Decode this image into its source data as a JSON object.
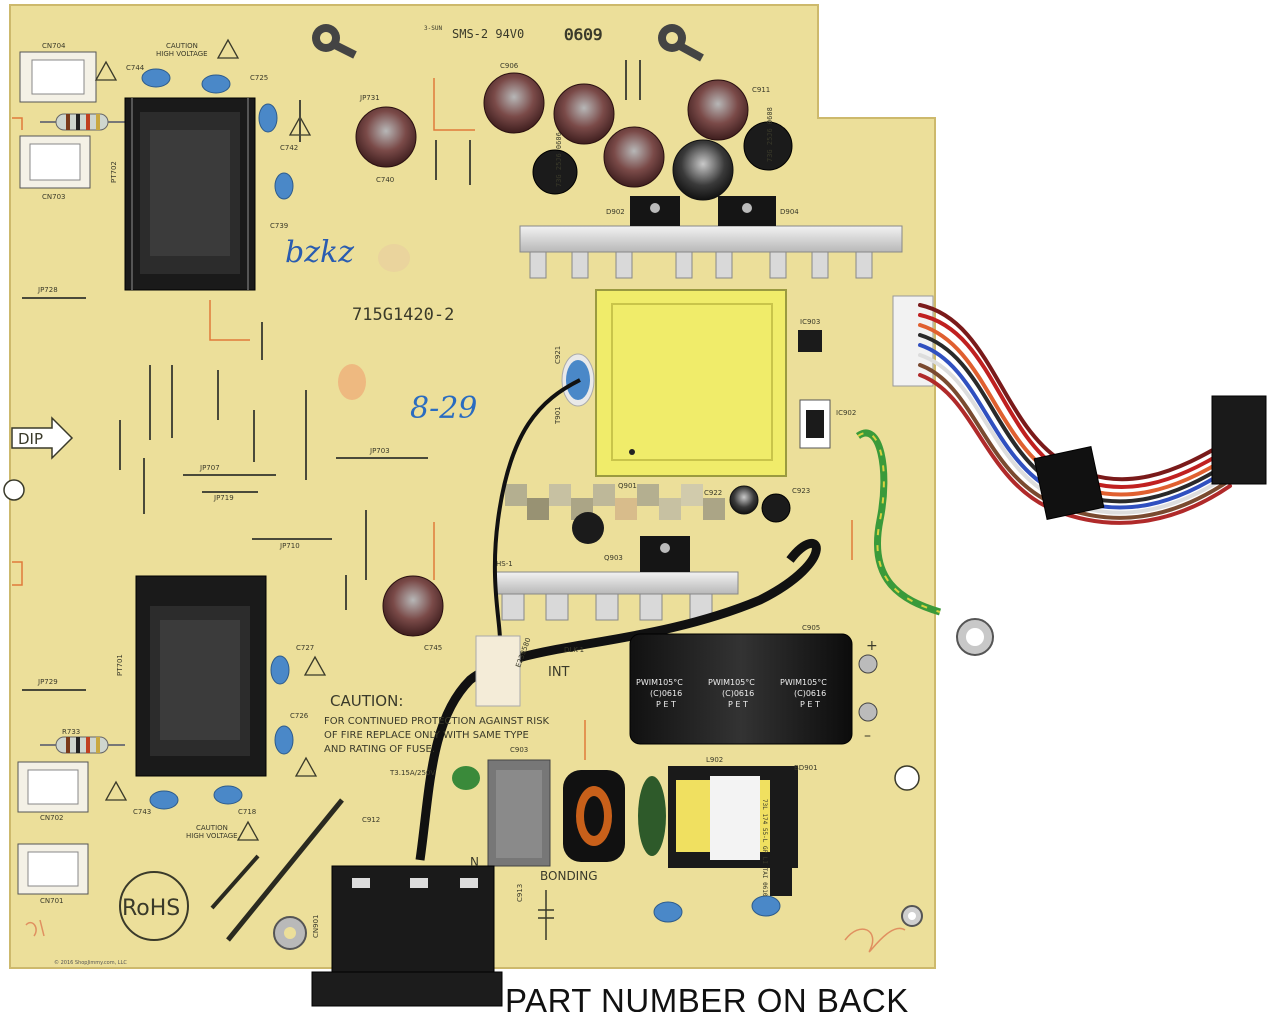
{
  "board": {
    "model_number": "715G1420-2",
    "top_marking": "SMS-2 94V0",
    "top_date": "0609",
    "maker_mark": "3-SUN",
    "rohs": "RoHS",
    "dip": "DIP",
    "handwriting_1": "bzkz",
    "handwriting_2": "8-29",
    "hs_label": "HS-1",
    "bonding": "BONDING",
    "ground_label": "N",
    "int_label": "INT",
    "safety_tag": "E239580",
    "cable_print": "DLK-1",
    "copyright": "© 2016 ShopJimmy.com, LLC"
  },
  "caution_notice": {
    "title": "CAUTION:",
    "line1": "FOR CONTINUED PROTECTION AGAINST RISK",
    "line2": "OF FIRE REPLACE ONLY WITH SAME TYPE",
    "line3": "AND RATING OF FUSE.",
    "fuse_rating": "T3.15A/250V"
  },
  "hv_warnings": [
    {
      "line1": "CAUTION",
      "line2": "HIGH VOLTAGE"
    },
    {
      "line1": "CAUTION",
      "line2": "HIGH VOLTAGE"
    }
  ],
  "connectors": {
    "cn704": "CN704",
    "cn703": "CN703",
    "cn702": "CN702",
    "cn701": "CN701",
    "cn901": "CN901"
  },
  "refdes": {
    "c744": "C744",
    "c725": "C725",
    "c742": "C742",
    "c739": "C739",
    "c740": "C740",
    "c906": "C906",
    "c911": "C911",
    "c921": "C921",
    "c922": "C922",
    "c923": "C923",
    "c905": "C905",
    "c903": "C903",
    "c912": "C912",
    "c913": "C913",
    "c743": "C743",
    "c718": "C718",
    "c727": "C727",
    "c726": "C726",
    "c745": "C745",
    "pt702": "PT702",
    "pt701": "PT701",
    "t901": "T901",
    "jp728": "JP728",
    "jp729": "JP729",
    "jp703": "JP703",
    "jp707": "JP707",
    "jp719": "JP719",
    "jp710": "JP710",
    "jp731": "JP731",
    "d902": "D902",
    "d904": "D904",
    "q901": "Q901",
    "q903": "Q903",
    "ic903": "IC903",
    "ic902": "IC902",
    "l902": "L902",
    "bd901": "BD901",
    "r733": "R733"
  },
  "capacitor_marks": {
    "cap_a": "73G 25J6 0606",
    "cap_b": "73G 25J6 0608"
  },
  "bulk_cap": {
    "sleeve_label": "PWIM105°C",
    "sleeve_code": "(C)0616",
    "sleeve_brand": "P E T",
    "plus": "+",
    "minus": "–"
  },
  "inductor_label": "73L 174 55-L GP LI TAI 0610",
  "caption": "PART NUMBER ON BACK",
  "colors": {
    "pcb": "#ecdf9a",
    "pcb_edge": "#d8c67a",
    "silkscreen": "#3a3a2a",
    "orange_outline": "#e07a3a",
    "transformer_yellow": "#f0ec6a",
    "cap_blue": "#4a88c8",
    "electrolytic": "#5a2c2c"
  }
}
